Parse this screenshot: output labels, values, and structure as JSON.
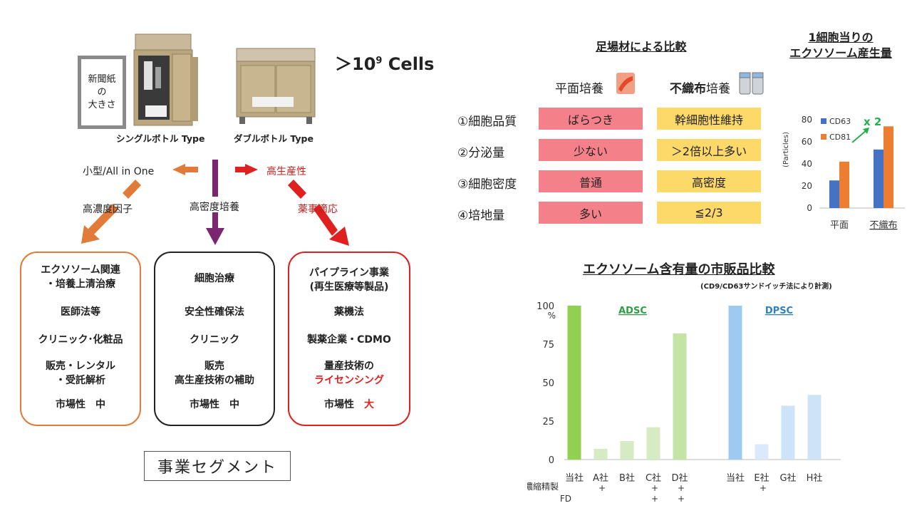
{
  "machines": {
    "newspaper_label": "新聞紙\nの\n大きさ",
    "cells_text": "＞10",
    "cells_exp": "9",
    "cells_unit": " Cells",
    "single_label": "シングルボトル Type",
    "double_label": "ダブルボトル Type"
  },
  "flow": {
    "left_branch": "小型/All in One",
    "right_branch": "高生産性",
    "left_arrow_label": "高濃度因子",
    "center_arrow_label": "高密度培養",
    "right_arrow_label": "薬事適応",
    "colors": {
      "orange": "#e07b39",
      "purple": "#7a2670",
      "red": "#e0201f"
    }
  },
  "segments": [
    {
      "lines": [
        "エクソソーム関連",
        "・培養上清治療",
        "医師法等",
        "クリニック･化粧品",
        "販売・レンタル",
        "・受託解析",
        "市場性　中"
      ]
    },
    {
      "lines": [
        "細胞治療",
        "安全性確保法",
        "クリニック",
        "販売",
        "高生産技術の補助",
        "市場性　中"
      ]
    },
    {
      "lines": [
        "パイプライン事業",
        "(再生医療等製品)",
        "薬機法",
        "製薬企業・CDMO",
        "量産技術の",
        "ライセンシング",
        "市場性　",
        "大"
      ]
    }
  ],
  "segment_title": "事業セグメント",
  "comparison": {
    "title": "足場材による比較",
    "col1": "平面培養",
    "col2_bold": "不織布",
    "col2_rest": "培養",
    "rows": [
      {
        "label": "①細胞品質",
        "flat": "ばらつき",
        "nonwoven": "幹細胞性維持"
      },
      {
        "label": "②分泌量",
        "flat": "少ない",
        "nonwoven": "＞2倍以上多い"
      },
      {
        "label": "③細胞密度",
        "flat": "普通",
        "nonwoven": "高密度"
      },
      {
        "label": "④培地量",
        "flat": "多い",
        "nonwoven": "≦2/3"
      }
    ]
  },
  "chart_data": [
    {
      "type": "bar",
      "title_line1": "1細胞当りの",
      "title_line2": "エクソソーム産生量",
      "ylabel": "(Particles)",
      "ylim": [
        0,
        80
      ],
      "yticks": [
        0,
        20,
        40,
        60,
        80
      ],
      "categories": [
        "平面",
        "不織布"
      ],
      "series": [
        {
          "name": "CD63",
          "values": [
            25,
            53
          ],
          "color": "#4472c4"
        },
        {
          "name": "CD81",
          "values": [
            42,
            74
          ],
          "color": "#ed7d31"
        }
      ],
      "annotation": "x 2"
    },
    {
      "type": "bar",
      "title": "エクソソーム含有量の市販品比較",
      "subtitle": "(CD9/CD63サンドイッチ法により計測)",
      "ylabel": "%",
      "ylim": [
        0,
        100
      ],
      "yticks": [
        0,
        25,
        50,
        75,
        100
      ],
      "groups": [
        {
          "name": "ADSC",
          "color": "#2e9e45",
          "categories": [
            "当社",
            "A社",
            "B社",
            "C社",
            "D社"
          ],
          "values": [
            100,
            7,
            12,
            21,
            82
          ],
          "colors": [
            "#92d050",
            "#d6ebc4",
            "#d6ebc4",
            "#d6ebc4",
            "#c3e4a5"
          ]
        },
        {
          "name": "DPSC",
          "color": "#2f82c2",
          "categories": [
            "当社",
            "E社",
            "G社",
            "H社"
          ],
          "values": [
            100,
            10,
            35,
            42
          ],
          "colors": [
            "#9dc9f2",
            "#dbeafa",
            "#cfe3f8",
            "#cfe3f8"
          ]
        }
      ],
      "row_labels": [
        "濃縮精製",
        "FD"
      ],
      "marks_row1": [
        "",
        "+",
        "",
        "+",
        "+",
        "",
        "+",
        "",
        ""
      ],
      "marks_row2": [
        "",
        "",
        "",
        "+",
        "+",
        "",
        "",
        "",
        ""
      ]
    }
  ]
}
